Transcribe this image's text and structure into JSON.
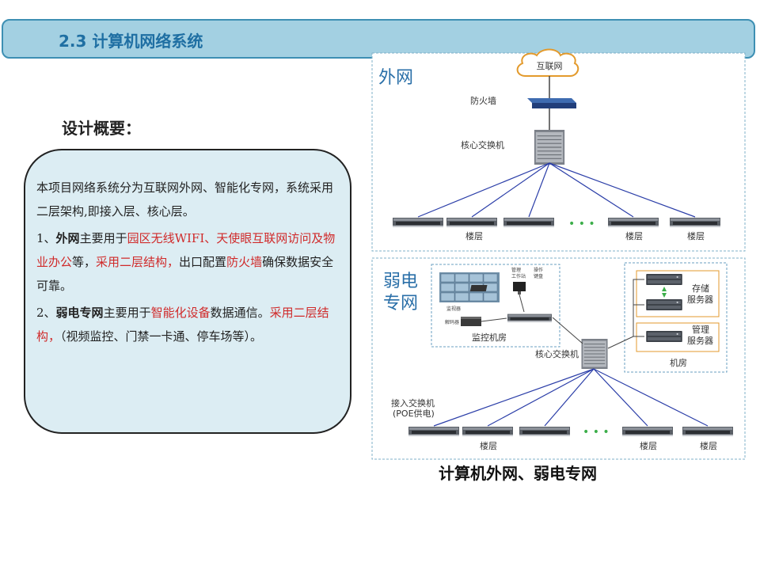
{
  "header": {
    "title": "2.3 计算机网络系统"
  },
  "overview": {
    "heading": "设计概要：",
    "p1": "本项目网络系统分为互联网外网、智能化专网，系统采用二层架构,即接入层、核心层。",
    "p2": {
      "prefix": "1、",
      "term": "外网",
      "t1": "主要用于",
      "r1": "园区无线WIFI、天使眼互联网访问及物业办公",
      "t2": "等，",
      "r2": "采用二层结构，",
      "t3": "出口配置",
      "r3": "防火墙",
      "t4": "确保数据安全可靠。"
    },
    "p3": {
      "prefix": "2、",
      "term": "弱电专网",
      "t1": "主要用于",
      "r1": "智能化设备",
      "t2": "数据通信。",
      "r2": "采用二层结构，",
      "t3": "（视频监控、门禁一卡通、停车场等）。"
    }
  },
  "diagram": {
    "outer_title": "外网",
    "internet": "互联网",
    "firewall": "防火墙",
    "core_switch": "核心交换机",
    "floor": "楼层",
    "dots": "• • •",
    "private_title_1": "弱电",
    "private_title_2": "专网",
    "small_1": "管理",
    "small_2": "工作站",
    "small_3": "操作",
    "small_4": "键盘",
    "small_5": "监视器",
    "small_6": "解码器",
    "monitor_room": "监控机房",
    "storage_1": "存储",
    "storage_2": "服务器",
    "mgmt_1": "管理",
    "mgmt_2": "服务器",
    "server_room": "机房",
    "access_1": "接入交换机",
    "access_2": "(POE供电)"
  },
  "caption": "计算机外网、弱电专网",
  "colors": {
    "title_bar_bg": "#a3d0e2",
    "title_text": "#1f6fa3",
    "highlight": "#d02a2a",
    "box_bg": "#dcedf3",
    "link_line": "#2b3ea8"
  }
}
